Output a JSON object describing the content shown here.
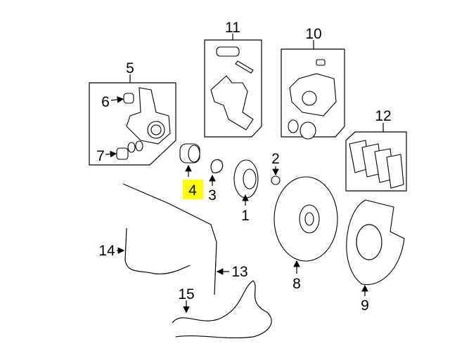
{
  "diagram": {
    "highlight_color": "#ffff00",
    "callouts": [
      {
        "id": "1",
        "label": "1"
      },
      {
        "id": "2",
        "label": "2"
      },
      {
        "id": "3",
        "label": "3"
      },
      {
        "id": "4",
        "label": "4",
        "highlighted": true
      },
      {
        "id": "5",
        "label": "5"
      },
      {
        "id": "6",
        "label": "6"
      },
      {
        "id": "7",
        "label": "7"
      },
      {
        "id": "8",
        "label": "8"
      },
      {
        "id": "9",
        "label": "9"
      },
      {
        "id": "10",
        "label": "10"
      },
      {
        "id": "11",
        "label": "11"
      },
      {
        "id": "12",
        "label": "12"
      },
      {
        "id": "13",
        "label": "13"
      },
      {
        "id": "14",
        "label": "14"
      },
      {
        "id": "15",
        "label": "15"
      }
    ]
  }
}
